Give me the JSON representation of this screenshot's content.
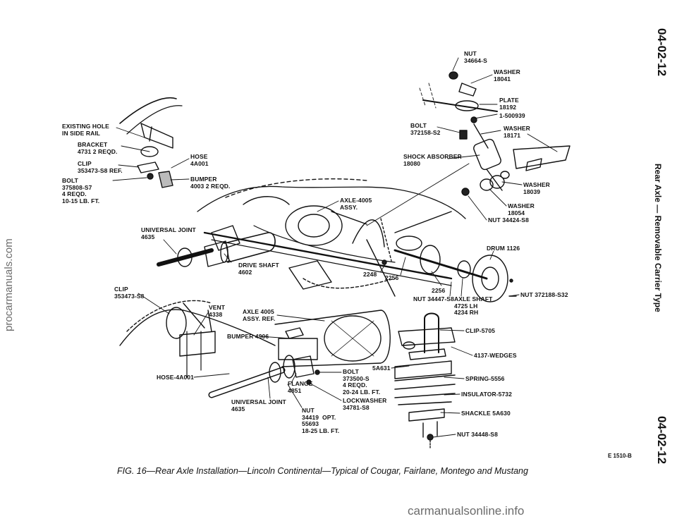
{
  "page_number_top": "04-02-12",
  "page_number_bottom": "04-02-12",
  "side_title": "Rear Axle — Removable Carrier Type",
  "caption": "FIG. 16—Rear Axle Installation—Lincoln Continental—Typical of Cougar, Fairlane, Montego and Mustang",
  "figure_code": "E 1510-B",
  "watermarks": {
    "left": "procarmanuals.com",
    "bottom": "carmanualsonline.info"
  },
  "labels": {
    "nut_34664": "NUT\n34664-S",
    "washer_18041": "WASHER\n18041",
    "plate_18192": "PLATE\n18192",
    "part_1_500939": "1-500939",
    "bolt_372158": "BOLT\n372158-S2",
    "washer_18171": "WASHER\n18171",
    "shock_absorber": "SHOCK ABSORBER\n18080",
    "washer_18039": "WASHER\n18039",
    "washer_18054": "WASHER\n18054",
    "nut_34424": "NUT 34424-S8",
    "existing_hole": "EXISTING HOLE\nIN SIDE RAIL",
    "bracket_4731": "BRACKET\n4731 2 REQD.",
    "clip_353473_ref": "CLIP\n353473-S8 REF.",
    "hose_4a001": "HOSE\n4A001",
    "bolt_375808": "BOLT\n375808-S7\n4 REQD.\n10-15 LB. FT.",
    "bumper_4003": "BUMPER\n4003 2 REQD.",
    "axle_4005_assy": "AXLE-4005\nASSY.",
    "universal_joint_top": "UNIVERSAL JOINT\n4635",
    "drive_shaft": "DRIVE SHAFT\n4602",
    "drum_1126": "DRUM 1126",
    "num_2248": "2248",
    "num_2256_a": "2256",
    "num_2256_b": "2256",
    "nut_34447": "NUT 34447-S8",
    "axle_shaft": "AXLE SHAFT\n4725 LH\n4234 RH",
    "nut_372188": "NUT 372188-S32",
    "clip_353473": "CLIP\n353473-S8",
    "vent_4338": "VENT\n4338",
    "axle_4005_ref": "AXLE 4005\nASSY. REF.",
    "bumper_4906": "BUMPER 4906",
    "clip_5705": "CLIP-5705",
    "wedges_4137": "4137-WEDGES",
    "part_5a631": "5A631",
    "spring_5556": "SPRING-5556",
    "insulator_5732": "INSULATOR-5732",
    "shackle_5a630": "SHACKLE 5A630",
    "nut_34448": "NUT 34448-S8",
    "hose_4a001_bottom": "HOSE-4A001",
    "bolt_373500": "BOLT\n373500-S\n4 REQD.\n20-24 LB. FT.",
    "flange_4851": "FLANGE\n4851",
    "lockwasher": "LOCKWASHER\n34781-S8",
    "universal_joint_bottom": "UNIVERSAL JOINT\n4635",
    "nut_34419": "NUT\n34419  OPT.\n55693\n18-25 LB. FT."
  }
}
